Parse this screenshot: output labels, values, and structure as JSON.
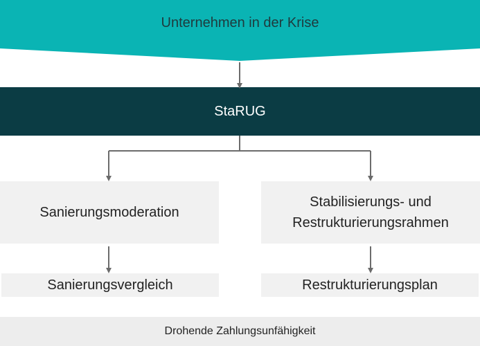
{
  "diagram": {
    "top_banner": {
      "label": "Unternehmen in der Krise",
      "color": "#0ab4b4"
    },
    "starug": {
      "label": "StaRUG",
      "color": "#0b3c44"
    },
    "left_branch": {
      "procedure": "Sanierungsmoderation",
      "outcome": "Sanierungsvergleich"
    },
    "right_branch": {
      "procedure_line1": "Stabilisierungs- und",
      "procedure_line2": "Restrukturierungsrahmen",
      "outcome": "Restrukturierungsplan"
    },
    "footer": {
      "label": "Drohende Zahlungsunfähigkeit"
    },
    "arrow_color": "#6b6b6b"
  }
}
